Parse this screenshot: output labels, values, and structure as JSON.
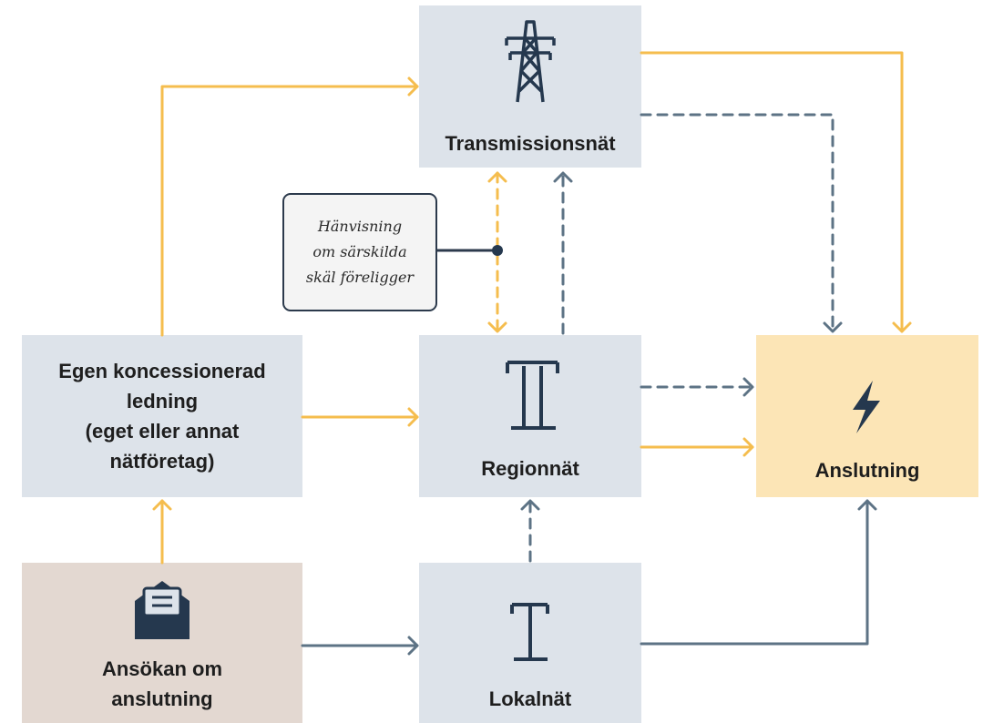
{
  "nodes": {
    "transmission": {
      "label": "Transmissionsnät",
      "icon": "power-tower-icon"
    },
    "regional": {
      "label": "Regionnät",
      "icon": "utility-pole-double-icon"
    },
    "local": {
      "label": "Lokalnät",
      "icon": "utility-pole-single-icon"
    },
    "own_line": {
      "lines": [
        "Egen koncessionerad",
        "ledning",
        "(eget eller annat",
        "nätföretag)"
      ]
    },
    "application": {
      "lines": [
        "Ansökan om",
        "anslutning"
      ],
      "icon": "envelope-document-icon"
    },
    "connection": {
      "label": "Anslutning",
      "icon": "lightning-bolt-icon"
    }
  },
  "note": {
    "lines": [
      "Hänvisning",
      "om särskilda",
      "skäl föreligger"
    ]
  },
  "colors": {
    "box_blue": "#dde3ea",
    "box_beige": "#e3d8d1",
    "box_yellow": "#fce5b6",
    "arrow_yellow": "#f5bd4e",
    "arrow_slate": "#5d7385",
    "icon_dark": "#25384e"
  }
}
